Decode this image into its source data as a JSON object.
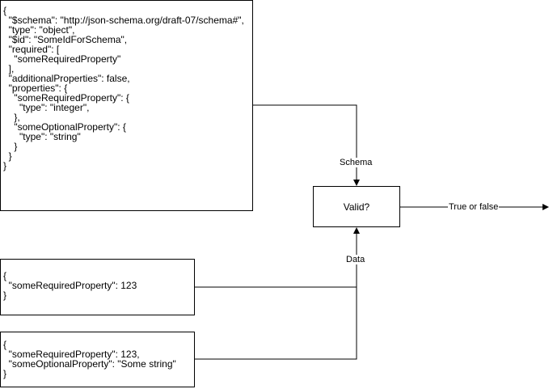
{
  "schema_box": {
    "lines": [
      "{",
      "  \"$schema\": \"http://json-schema.org/draft-07/schema#\",",
      "  \"type\": \"object\",",
      "  \"$id\": \"SomeIdForSchema\",",
      "  \"required\": [",
      "    \"someRequiredProperty\"",
      "  ],",
      "  \"additionalProperties\": false,",
      "  \"properties\": {",
      "    \"someRequiredProperty\": {",
      "      \"type\": \"integer\",",
      "    },",
      "    \"someOptionalProperty\": {",
      "      \"type\": \"string\"",
      "    }",
      "  }",
      "}"
    ]
  },
  "validator": {
    "label": "Valid?"
  },
  "data_box_1": {
    "lines": [
      "{",
      "  \"someRequiredProperty\": 123",
      "}"
    ]
  },
  "data_box_2": {
    "lines": [
      "{",
      "  \"someRequiredProperty\": 123,",
      "  \"someOptionalProperty\": \"Some string\"",
      "}"
    ]
  },
  "edges": {
    "schema_label": "Schema",
    "data_label": "Data",
    "output_label": "True or false"
  },
  "colors": {
    "stroke": "#000000",
    "background": "#ffffff"
  }
}
